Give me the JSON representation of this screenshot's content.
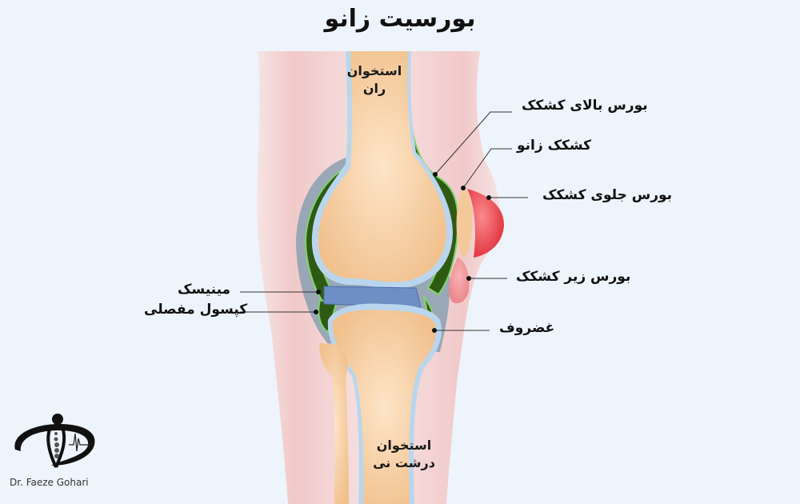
{
  "title": "بورسیت زانو",
  "labels": {
    "suprapatellar_bursa": "بورس بالای کشکک",
    "patella": "کشکک زانو",
    "prepatellar_bursa": "بورس جلوی کشکک",
    "infrapatellar_bursa": "بورس زیر کشکک",
    "cartilage": "غضروف",
    "meniscus": "مینیسک",
    "joint_capsule": "کپسول مفصلی"
  },
  "bones": {
    "femur": [
      "استخوان",
      "ران"
    ],
    "tibia": [
      "استخوان",
      "درشت نی"
    ]
  },
  "logo": {
    "text": "Dr. Faeze Gohari"
  },
  "colors": {
    "background": "#eef4fb",
    "skin": "#f3d3d3",
    "bone": "#f6cfa0",
    "synovium": "#2e5a14",
    "capsule": "#8fa2b4",
    "cartilage": "#b9d6ee",
    "meniscus": "#6e8fc5",
    "bursa": "#e8434b"
  }
}
